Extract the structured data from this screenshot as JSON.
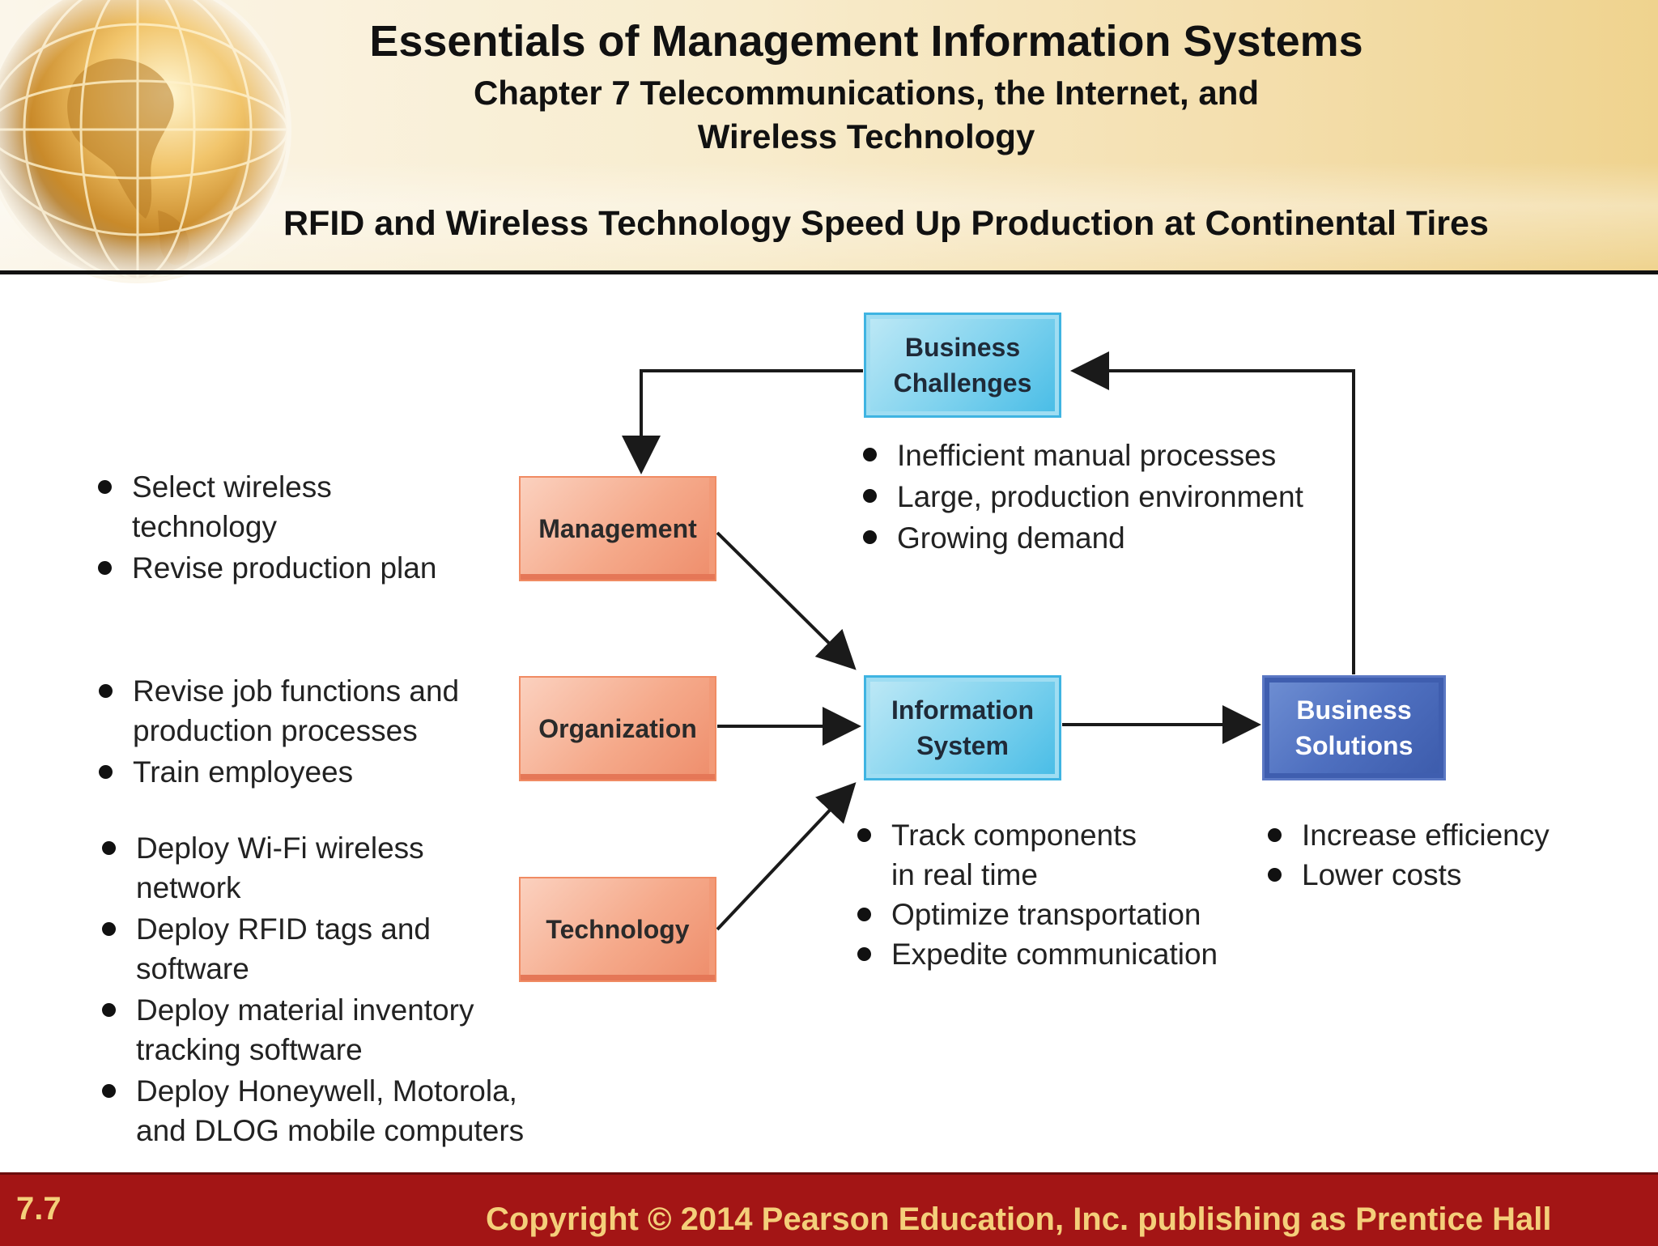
{
  "header": {
    "title": "Essentials of Management Information Systems",
    "subtitle_line1": "Chapter 7 Telecommunications, the Internet, and",
    "subtitle_line2": "Wireless Technology",
    "slide_heading": "RFID and Wireless Technology Speed Up Production at Continental Tires"
  },
  "diagram": {
    "business_challenges": {
      "label_line1": "Business",
      "label_line2": "Challenges",
      "items": [
        "Inefficient manual processes",
        "Large, production environment",
        "Growing demand"
      ]
    },
    "management": {
      "label": "Management",
      "items": [
        [
          "Select wireless",
          "technology"
        ],
        [
          "Revise production plan"
        ]
      ]
    },
    "organization": {
      "label": "Organization",
      "items": [
        [
          "Revise job functions and",
          "production processes"
        ],
        [
          "Train employees"
        ]
      ]
    },
    "technology": {
      "label": "Technology",
      "items": [
        [
          "Deploy Wi-Fi wireless",
          "network"
        ],
        [
          "Deploy RFID tags and",
          "software"
        ],
        [
          "Deploy material inventory",
          "tracking software"
        ],
        [
          "Deploy Honeywell, Motorola,",
          "and DLOG mobile computers"
        ]
      ]
    },
    "information_system": {
      "label_line1": "Information",
      "label_line2": "System",
      "items": [
        [
          "Track components",
          "in real time"
        ],
        [
          "Optimize transportation"
        ],
        [
          "Expedite communication"
        ]
      ]
    },
    "business_solutions": {
      "label_line1": "Business",
      "label_line2": "Solutions",
      "items": [
        "Increase efficiency",
        "Lower costs"
      ]
    }
  },
  "footer": {
    "slide_number": "7.7",
    "copyright": "Copyright © 2014 Pearson Education, Inc. publishing as Prentice Hall"
  },
  "colors": {
    "footer_bg": "#a31515",
    "footer_text": "#f4cf7a",
    "orange_box": "#f5a98a",
    "cyan_box": "#7fd2ee",
    "blue_box": "#4f70c0"
  }
}
